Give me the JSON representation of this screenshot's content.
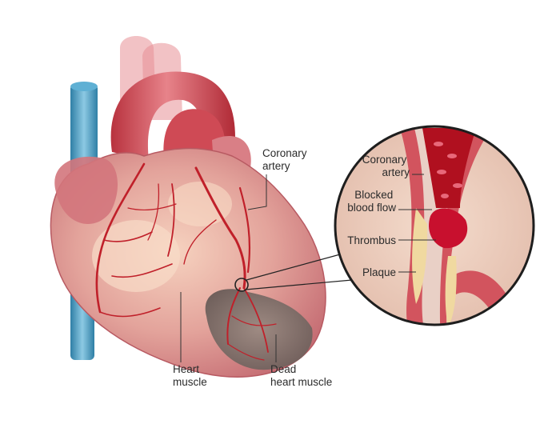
{
  "labels": {
    "coronary_artery": [
      "Coronary",
      "artery"
    ],
    "heart_muscle": [
      "Heart",
      "muscle"
    ],
    "dead_heart_muscle": [
      "Dead",
      "heart muscle"
    ]
  },
  "inset": {
    "coronary_artery": [
      "Coronary",
      "artery"
    ],
    "blocked_blood_flow": [
      "Blocked",
      "blood flow"
    ],
    "thrombus": "Thrombus",
    "plaque": "Plaque"
  },
  "colors": {
    "heart_base": "#d9868a",
    "heart_light": "#f2c6b4",
    "vessel_red": "#c0202a",
    "vena_cava_blue": "#4a9ec4",
    "dead_tissue": "#7d6f6a",
    "plaque": "#f0d9a0",
    "thrombus": "#c8102e",
    "label_text": "#2b2b2b"
  }
}
